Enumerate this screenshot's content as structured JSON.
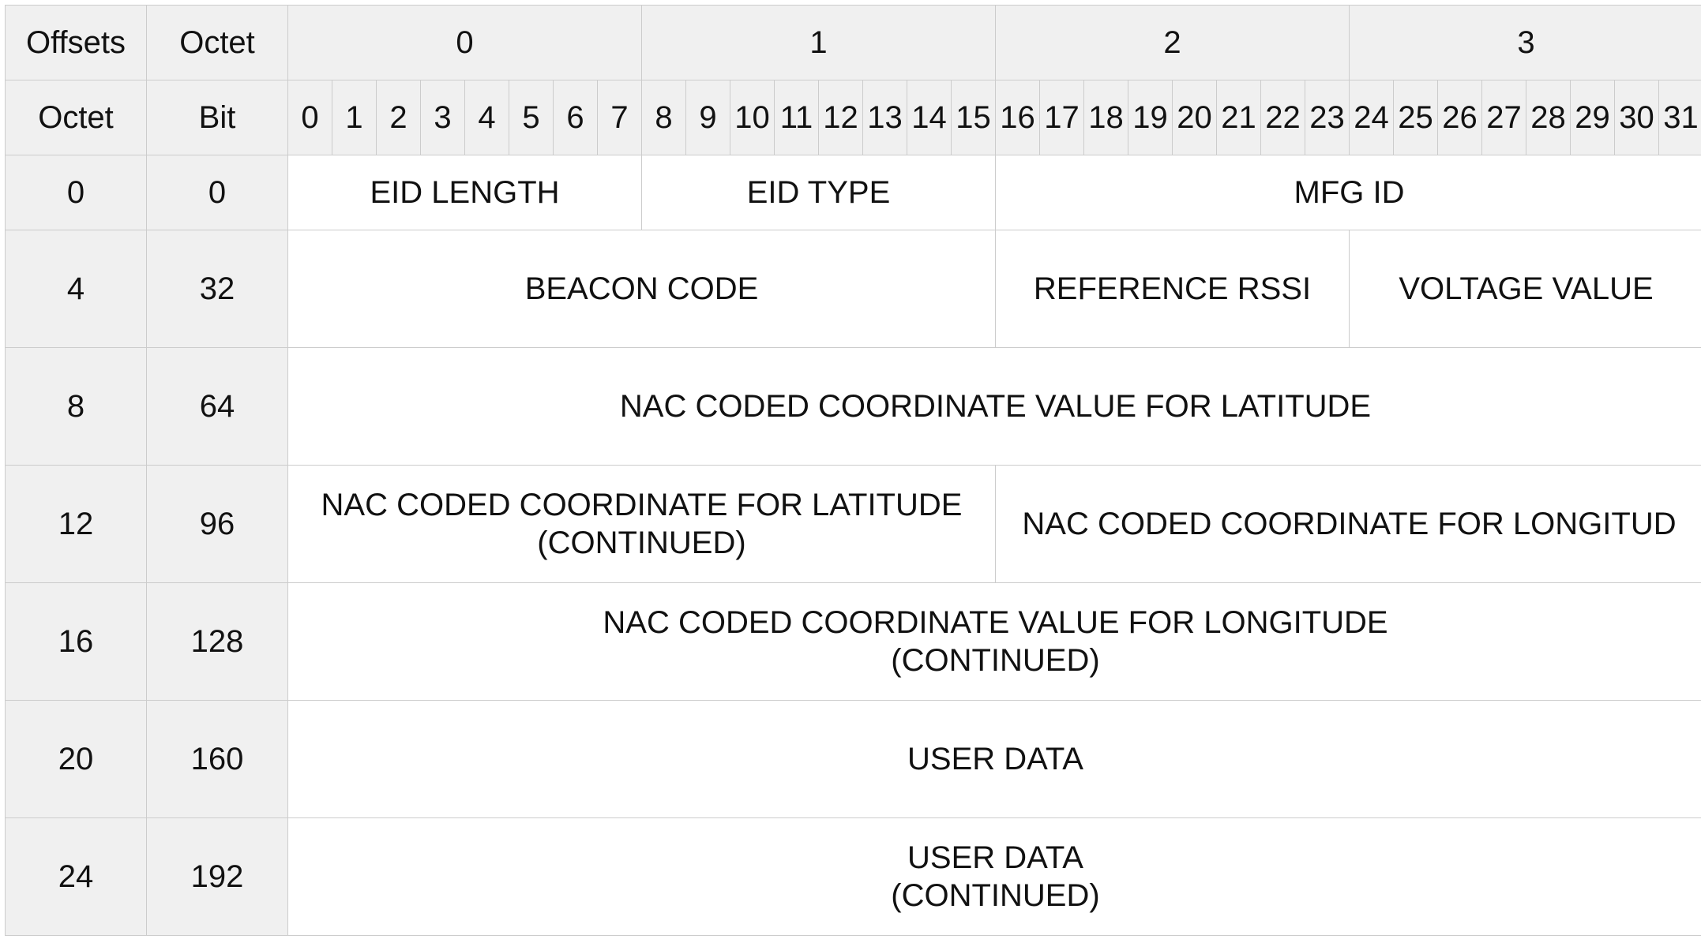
{
  "header": {
    "offsets_label": "Offsets",
    "octet_label": "Octet",
    "octets": [
      "0",
      "1",
      "2",
      "3"
    ],
    "row_octet_label": "Octet",
    "bit_label": "Bit",
    "bits": [
      "0",
      "1",
      "2",
      "3",
      "4",
      "5",
      "6",
      "7",
      "8",
      "9",
      "10",
      "11",
      "12",
      "13",
      "14",
      "15",
      "16",
      "17",
      "18",
      "19",
      "20",
      "21",
      "22",
      "23",
      "24",
      "25",
      "26",
      "27",
      "28",
      "29",
      "30",
      "31"
    ]
  },
  "rows": [
    {
      "octet": "0",
      "bit": "0",
      "fields": [
        {
          "label": "EID LENGTH",
          "label2": ""
        },
        {
          "label": "EID TYPE",
          "label2": ""
        },
        {
          "label": "MFG ID",
          "label2": ""
        }
      ]
    },
    {
      "octet": "4",
      "bit": "32",
      "fields": [
        {
          "label": "BEACON CODE",
          "label2": ""
        },
        {
          "label": "REFERENCE RSSI",
          "label2": ""
        },
        {
          "label": "VOLTAGE VALUE",
          "label2": ""
        }
      ]
    },
    {
      "octet": "8",
      "bit": "64",
      "fields": [
        {
          "label": "NAC CODED COORDINATE VALUE FOR LATITUDE",
          "label2": ""
        }
      ]
    },
    {
      "octet": "12",
      "bit": "96",
      "fields": [
        {
          "label": "NAC CODED COORDINATE FOR LATITUDE",
          "label2": "(CONTINUED)"
        },
        {
          "label": "NAC CODED COORDINATE FOR LONGITUD",
          "label2": ""
        }
      ]
    },
    {
      "octet": "16",
      "bit": "128",
      "fields": [
        {
          "label": "NAC CODED COORDINATE VALUE FOR LONGITUDE",
          "label2": "(CONTINUED)"
        }
      ]
    },
    {
      "octet": "20",
      "bit": "160",
      "fields": [
        {
          "label": "USER DATA",
          "label2": ""
        }
      ]
    },
    {
      "octet": "24",
      "bit": "192",
      "fields": [
        {
          "label": "USER DATA",
          "label2": "(CONTINUED)"
        }
      ]
    }
  ]
}
